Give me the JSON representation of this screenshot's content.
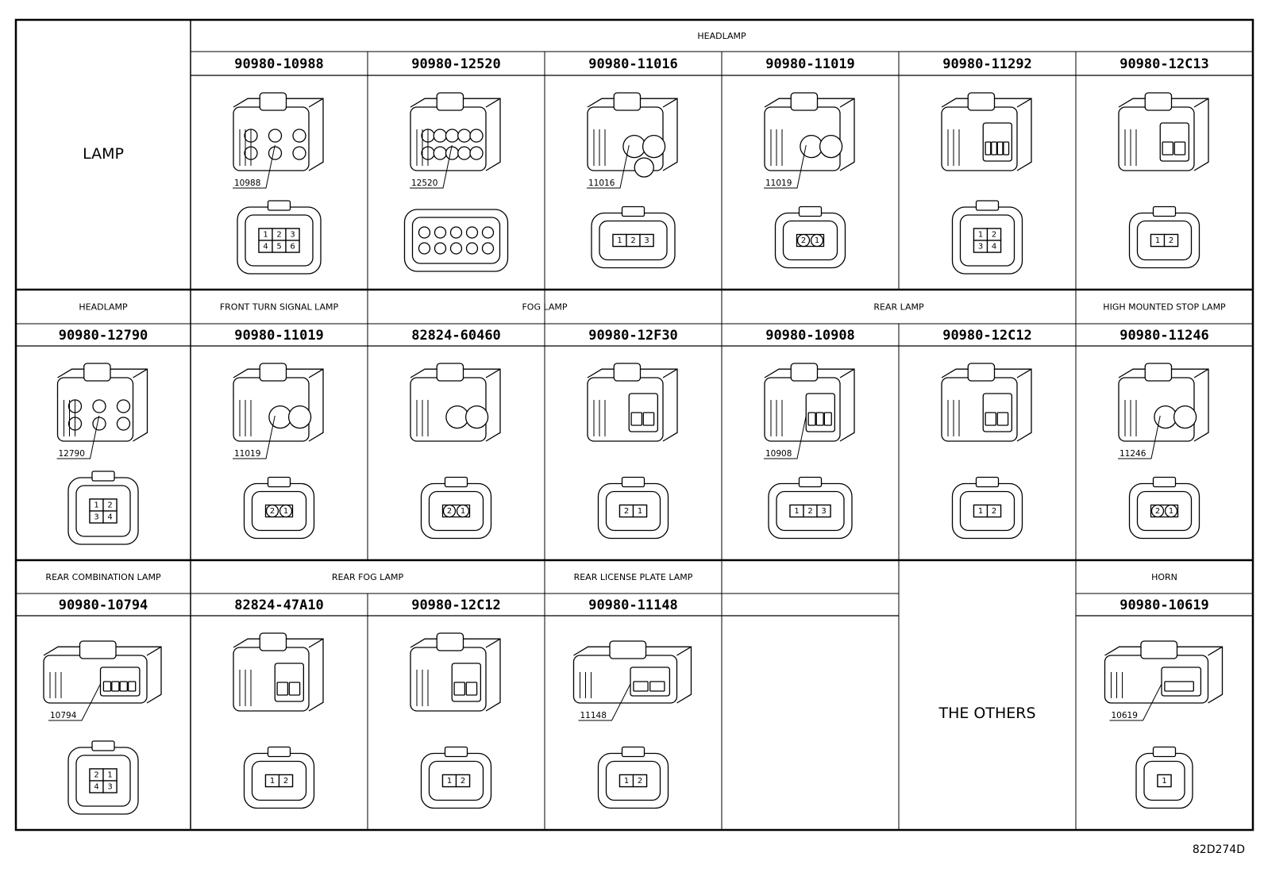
{
  "rows": [
    {
      "groups": [
        {
          "label": "LAMP",
          "span": 1,
          "big": true
        },
        {
          "label": "HEADLAMP",
          "span": 6
        }
      ],
      "cells": [
        {
          "part": "90980-10988",
          "callout": "10988",
          "pins": [
            "1",
            "2",
            "3",
            "4",
            "5",
            "6"
          ],
          "style": "grid6"
        },
        {
          "part": "90980-12520",
          "callout": "12520",
          "pins": [],
          "style": "wide10"
        },
        {
          "part": "90980-11016",
          "callout": "11016",
          "pins": [
            "1",
            "2",
            "3"
          ],
          "style": "tri3"
        },
        {
          "part": "90980-11019",
          "callout": "11019",
          "pins": [
            "2",
            "1"
          ],
          "style": "round2"
        },
        {
          "part": "90980-11292",
          "callout": "",
          "pins": [
            "1",
            "2",
            "3",
            "4"
          ],
          "style": "quad4"
        },
        {
          "part": "90980-12C13",
          "callout": "",
          "pins": [
            "1",
            "2"
          ],
          "style": "tall2"
        }
      ]
    },
    {
      "groups": [
        {
          "label": "HEADLAMP",
          "span": 1
        },
        {
          "label": "FRONT TURN SIGNAL LAMP",
          "span": 1
        },
        {
          "label": "FOG LAMP",
          "span": 2
        },
        {
          "label": "REAR LAMP",
          "span": 2
        },
        {
          "label": "HIGH MOUNTED STOP LAMP",
          "span": 1
        }
      ],
      "cells": [
        {
          "part": "90980-12790",
          "callout": "12790",
          "pins": [
            "1",
            "2",
            "3",
            "4"
          ],
          "style": "small4"
        },
        {
          "part": "90980-11019",
          "callout": "11019",
          "pins": [
            "2",
            "1"
          ],
          "style": "round2"
        },
        {
          "part": "82824-60460",
          "callout": "",
          "pins": [
            "2",
            "1"
          ],
          "style": "fog2"
        },
        {
          "part": "90980-12F30",
          "callout": "",
          "pins": [
            "2",
            "1"
          ],
          "style": "tall2"
        },
        {
          "part": "90980-10908",
          "callout": "10908",
          "pins": [
            "1",
            "2",
            "3"
          ],
          "style": "row3"
        },
        {
          "part": "90980-12C12",
          "callout": "",
          "pins": [
            "1",
            "2"
          ],
          "style": "tall2"
        },
        {
          "part": "90980-11246",
          "callout": "11246",
          "pins": [
            "2",
            "1"
          ],
          "style": "side2"
        }
      ]
    },
    {
      "groups": [
        {
          "label": "REAR COMBINATION LAMP",
          "span": 1
        },
        {
          "label": "REAR FOG LAMP",
          "span": 2
        },
        {
          "label": "REAR LICENSE PLATE LAMP",
          "span": 1
        },
        {
          "label": "",
          "span": 1
        },
        {
          "label": "THE OTHERS",
          "span": 1,
          "big": true
        },
        {
          "label": "HORN",
          "span": 1
        }
      ],
      "cells": [
        {
          "part": "90980-10794",
          "callout": "10794",
          "pins": [
            "2",
            "1",
            "4",
            "3"
          ],
          "style": "square4"
        },
        {
          "part": "82824-47A10",
          "callout": "",
          "pins": [
            "1",
            "2"
          ],
          "style": "tall2"
        },
        {
          "part": "90980-12C12",
          "callout": "",
          "pins": [
            "1",
            "2"
          ],
          "style": "tall2"
        },
        {
          "part": "90980-11148",
          "callout": "11148",
          "pins": [
            "1",
            "2"
          ],
          "style": "flat2"
        },
        {
          "part": "",
          "callout": "",
          "pins": [],
          "style": "empty"
        },
        {
          "part": "",
          "callout": "",
          "pins": [],
          "style": "others"
        },
        {
          "part": "90980-10619",
          "callout": "10619",
          "pins": [
            "1"
          ],
          "style": "single1"
        }
      ]
    }
  ],
  "figure_ref": "82D274D"
}
